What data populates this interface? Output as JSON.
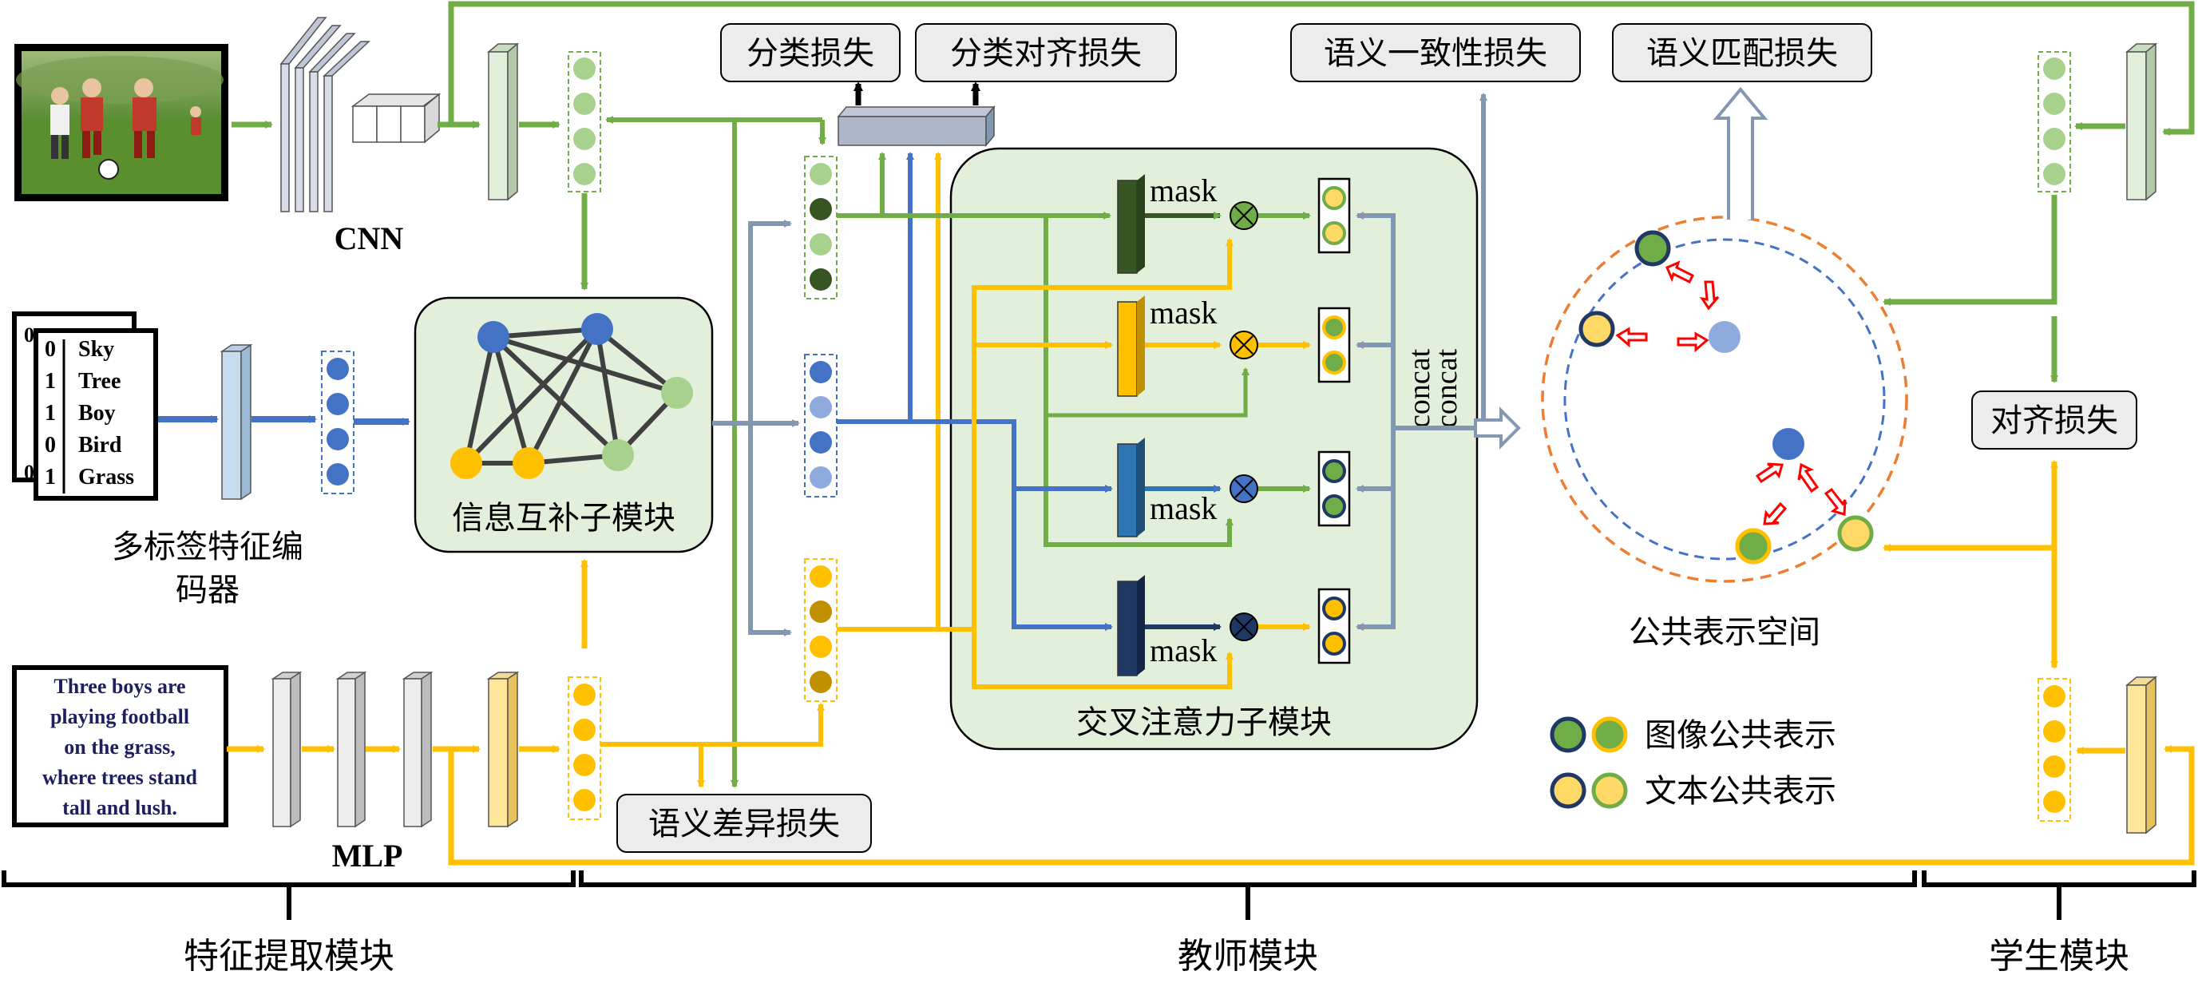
{
  "modules": {
    "cnn": "CNN",
    "mlp": "MLP",
    "label_encoder": [
      "多标签特征编",
      "码器"
    ],
    "info_complement": "信息互补子模块",
    "cross_attention": "交叉注意力子模块",
    "common_space": "公共表示空间"
  },
  "losses": {
    "classification": "分类损失",
    "classification_alignment": "分类对齐损失",
    "semantic_consistency": "语义一致性损失",
    "semantic_matching": "语义匹配损失",
    "semantic_difference": "语义差异损失",
    "alignment": "对齐损失"
  },
  "label_list": [
    {
      "flag": "0",
      "label": "Sky"
    },
    {
      "flag": "1",
      "label": "Tree"
    },
    {
      "flag": "1",
      "label": "Boy"
    },
    {
      "flag": "0",
      "label": "Bird"
    },
    {
      "flag": "1",
      "label": "Grass"
    }
  ],
  "caption_text": [
    "Three boys are",
    "playing football",
    "on the grass,",
    "where trees stand",
    "tall and lush."
  ],
  "mask_label": "mask",
  "concat_label": "concat",
  "legend": {
    "image_common": "图像公共表示",
    "text_common": "文本公共表示"
  },
  "sections": {
    "feature_extraction": "特征提取模块",
    "teacher": "教师模块",
    "student": "学生模块"
  },
  "colors": {
    "green": "#70AD47",
    "dark_green": "#375623",
    "light_green": "#A9D18E",
    "blue": "#4472C4",
    "light_blue": "#8FAADC",
    "yellow": "#FFC000",
    "dark_yellow": "#BF9000",
    "gray_blue": "#8497B0",
    "panel": "#E2EFDA"
  }
}
